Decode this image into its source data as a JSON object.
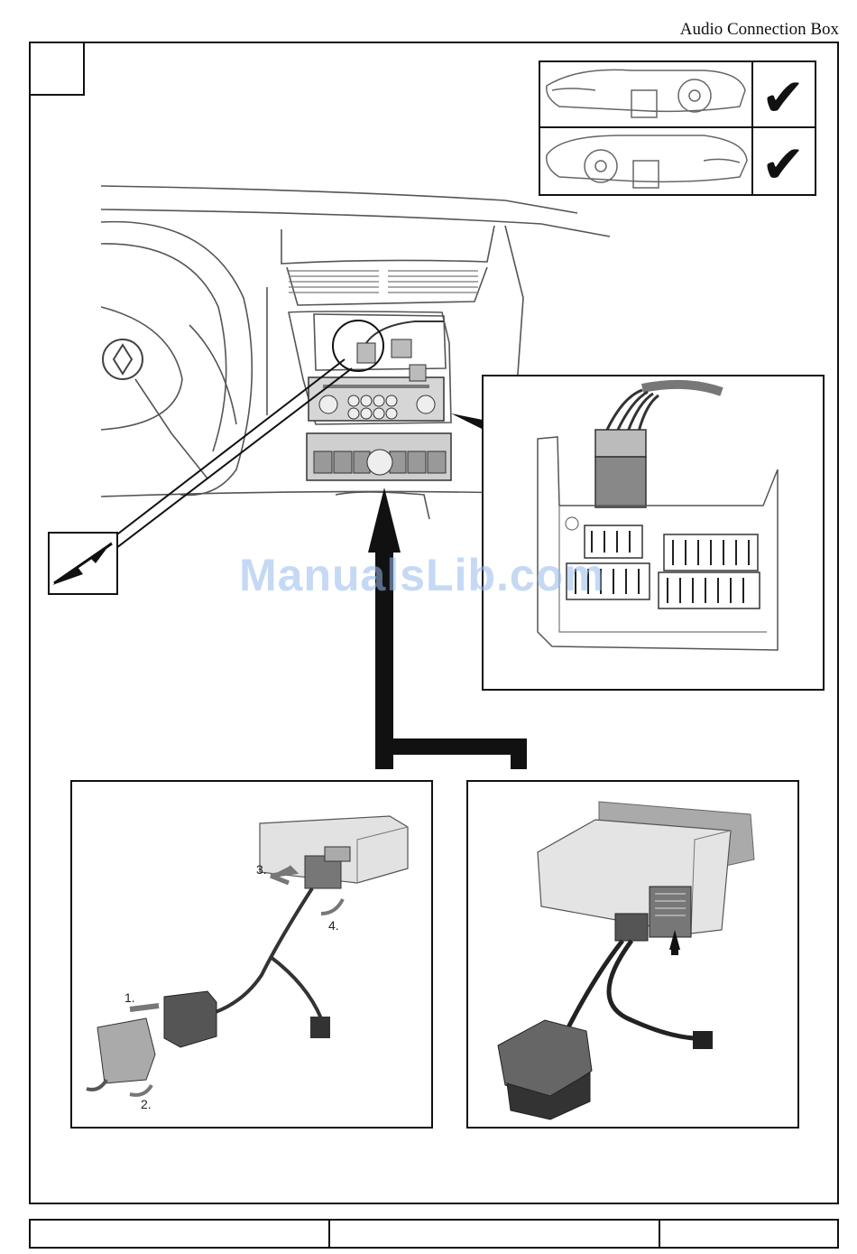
{
  "header": {
    "title": "Audio Connection Box"
  },
  "watermark": {
    "text": "ManualsLib.com"
  },
  "steps": {
    "s1": "1.",
    "s2": "2.",
    "s3": "3.",
    "s4": "4."
  },
  "checks": {
    "lhd": "✔",
    "rhd": "✔"
  },
  "colors": {
    "line": "#111111",
    "panel_gray": "#bdbdbd",
    "watermark": "#96b9eb"
  },
  "icons": [
    "check-icon",
    "lhd-dashboard-icon",
    "rhd-dashboard-icon",
    "connector-icon",
    "arrow-icon"
  ]
}
